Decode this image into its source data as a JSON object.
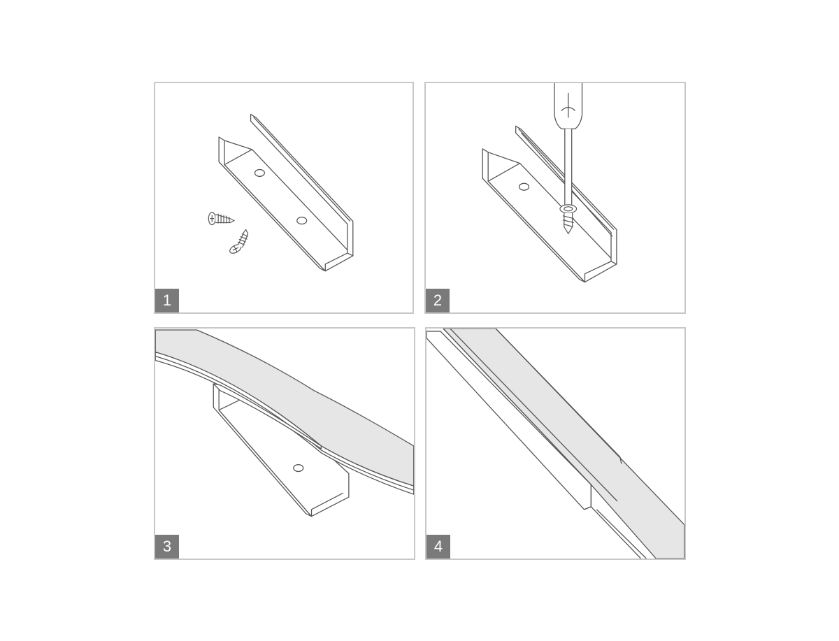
{
  "steps": [
    {
      "number": "1",
      "illustration": "channel-with-screws"
    },
    {
      "number": "2",
      "illustration": "screwdriver-fixing-channel"
    },
    {
      "number": "3",
      "illustration": "neon-strip-over-channel"
    },
    {
      "number": "4",
      "illustration": "neon-strip-pressed-into-channel"
    }
  ],
  "colors": {
    "border": "#c8c8c8",
    "badge": "#7a7a7a",
    "line": "#555555",
    "strip_fill": "#e6e6e6"
  }
}
